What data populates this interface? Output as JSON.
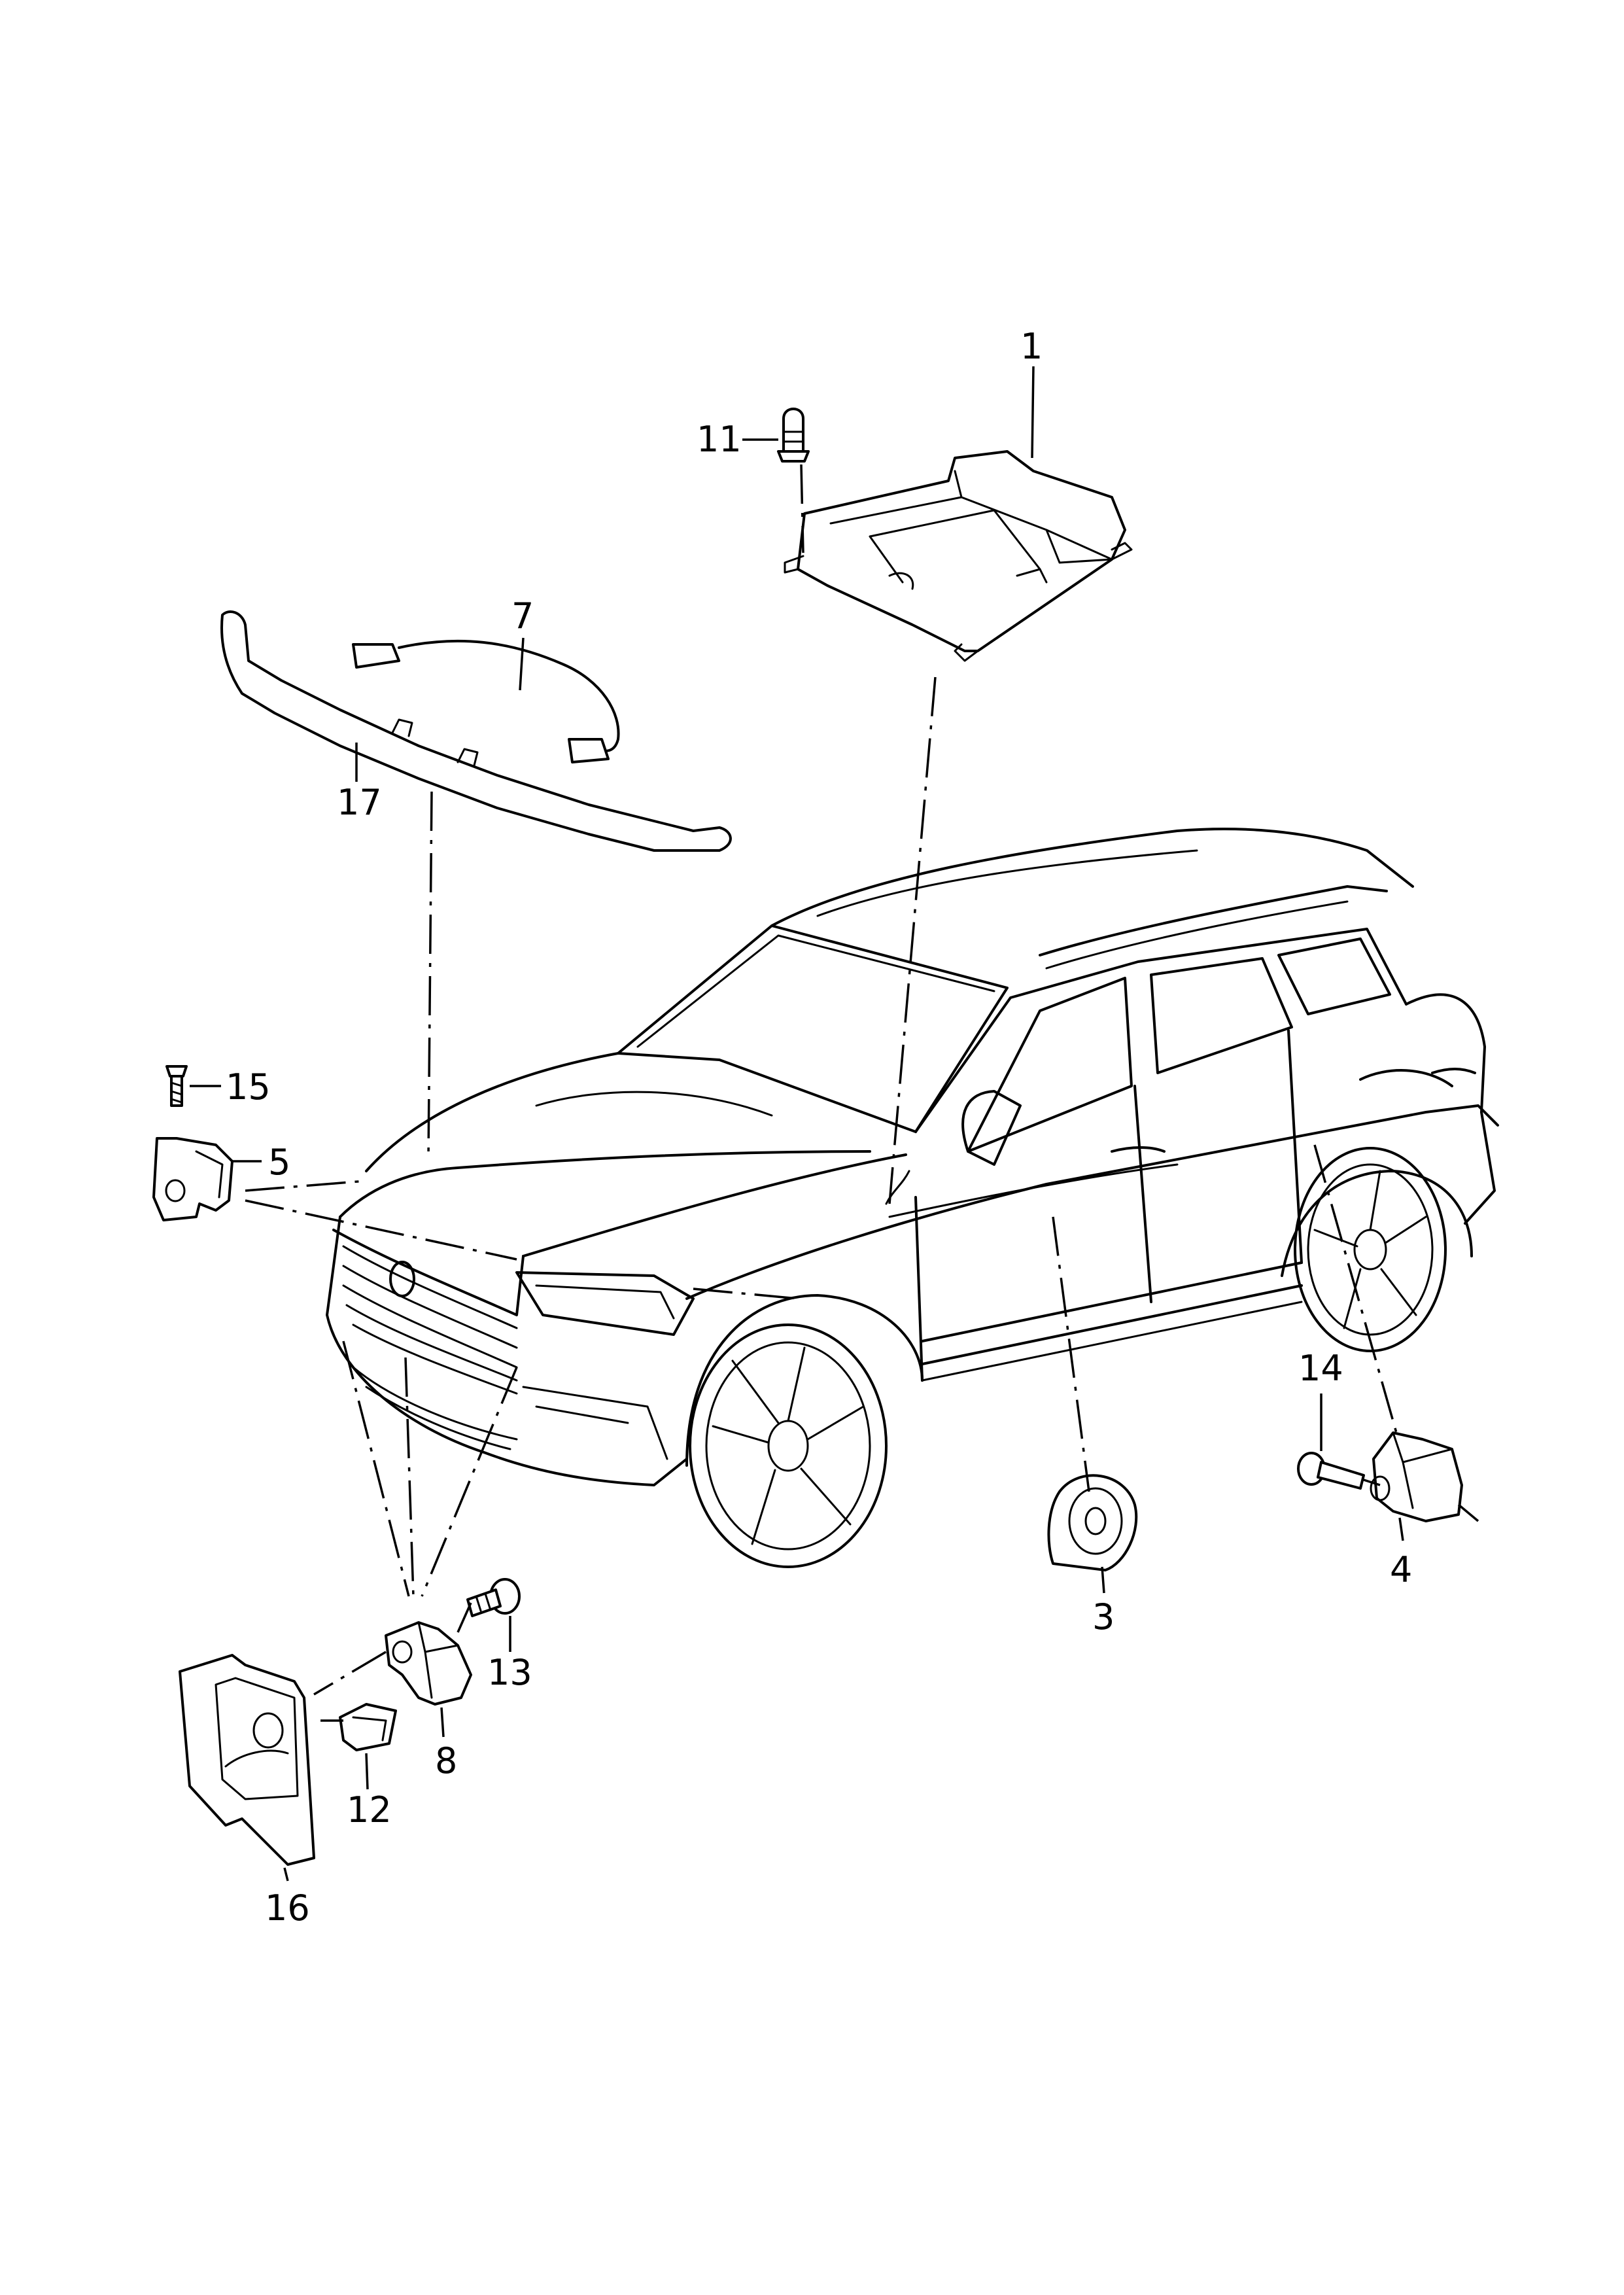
{
  "callouts": {
    "c1": "1",
    "c3": "3",
    "c4": "4",
    "c5": "5",
    "c7": "7",
    "c8": "8",
    "c11": "11",
    "c12": "12",
    "c13": "13",
    "c14": "14",
    "c15": "15",
    "c16": "16",
    "c17": "17"
  }
}
